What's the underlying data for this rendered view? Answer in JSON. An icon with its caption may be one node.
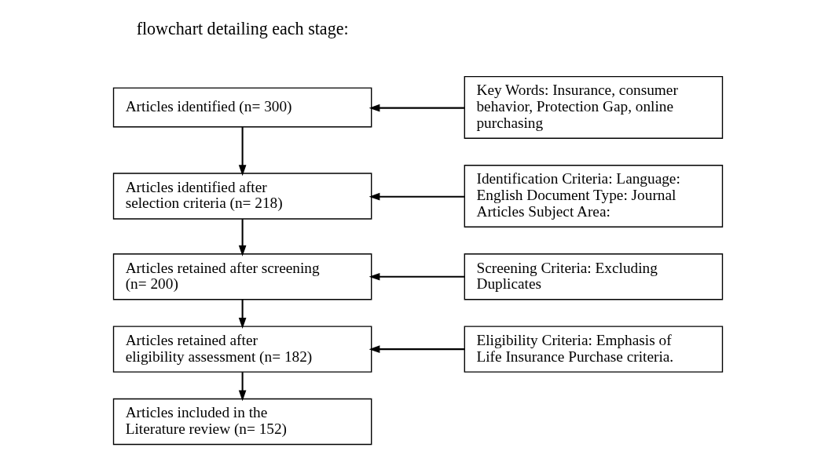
{
  "diagram": {
    "nodes": [
      {
        "text": [
          "Articles identified (n= 300)"
        ]
      },
      {
        "text": [
          "Key Words: Insurance, consumer behavior, Protection Gap, online purchasing"
        ]
      },
      {
        "text": [
          "Articles identified after selection criteria (n= 218)"
        ]
      },
      {
        "text": [
          "Identification Criteria: Language: English Document Type: Journal Articles Subject Area:"
        ]
      },
      {
        "text": [
          "Articles retained after screening (n= 200)"
        ]
      },
      {
        "text": [
          "Screening Criteria: Excluding Duplicates"
        ]
      },
      {
        "text": [
          "Articles retained after eligibility assessment (n= 182)"
        ]
      },
      {
        "text": [
          "Eligibility Criteria: Emphasis of Life Insurance Purchase criteria."
        ]
      },
      {
        "text": [
          "Articles included in the Literature review (n= 152)"
        ]
      }
    ],
    "edges": [
      {
        "from": 1,
        "to": 0,
        "arrow": "to"
      },
      {
        "from": 0,
        "to": 2,
        "arrow": "to"
      },
      {
        "from": 3,
        "to": 2,
        "arrow": "to"
      },
      {
        "from": 2,
        "to": 4,
        "arrow": "to"
      },
      {
        "from": 5,
        "to": 4,
        "arrow": "to"
      },
      {
        "from": 4,
        "to": 6,
        "arrow": "to"
      },
      {
        "from": 7,
        "to": 6,
        "arrow": "to"
      },
      {
        "from": 6,
        "to": 8,
        "arrow": "to"
      }
    ],
    "labels": [
      "flowchart detailing each stage:"
    ]
  }
}
